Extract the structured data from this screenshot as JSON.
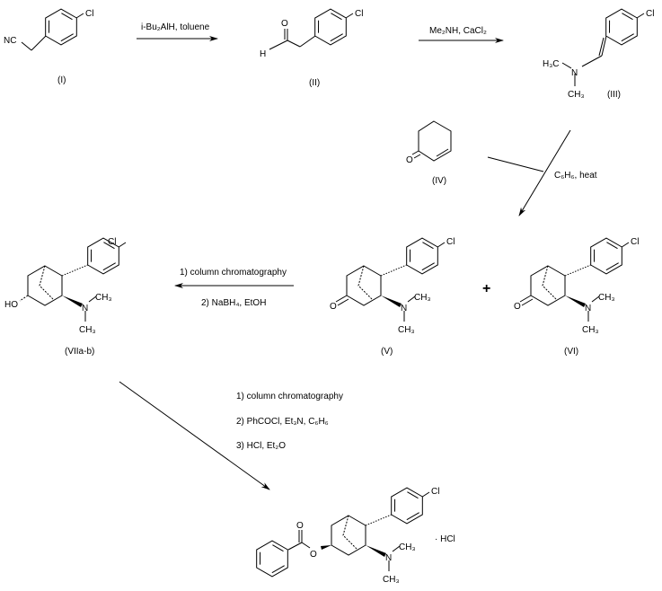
{
  "atoms": {
    "Cl": "Cl",
    "N": "N",
    "O": "O",
    "CH3": "CH₃",
    "H3C": "H₃C",
    "H": "H",
    "NC": "NC",
    "HO": "HO"
  },
  "compounds": {
    "I": "(I)",
    "II": "(II)",
    "III": "(III)",
    "IV": "(IV)",
    "V": "(V)",
    "VI": "(VI)",
    "VII": "(VIIa-b)"
  },
  "reagents": {
    "step1": "i-Bu₂AlH, toluene",
    "step2": "Me₂NH, CaCl₂",
    "step3": "C₆H₆, heat",
    "step4_a": "1) column chromatography",
    "step4_b": "2) NaBH₄, EtOH",
    "step5_a": "1) column chromatography",
    "step5_b": "2) PhCOCl, Et₃N, C₆H₆",
    "step5_c": "3) HCl, Et₂O"
  },
  "plus_sign": "+",
  "salt": "· HCl"
}
